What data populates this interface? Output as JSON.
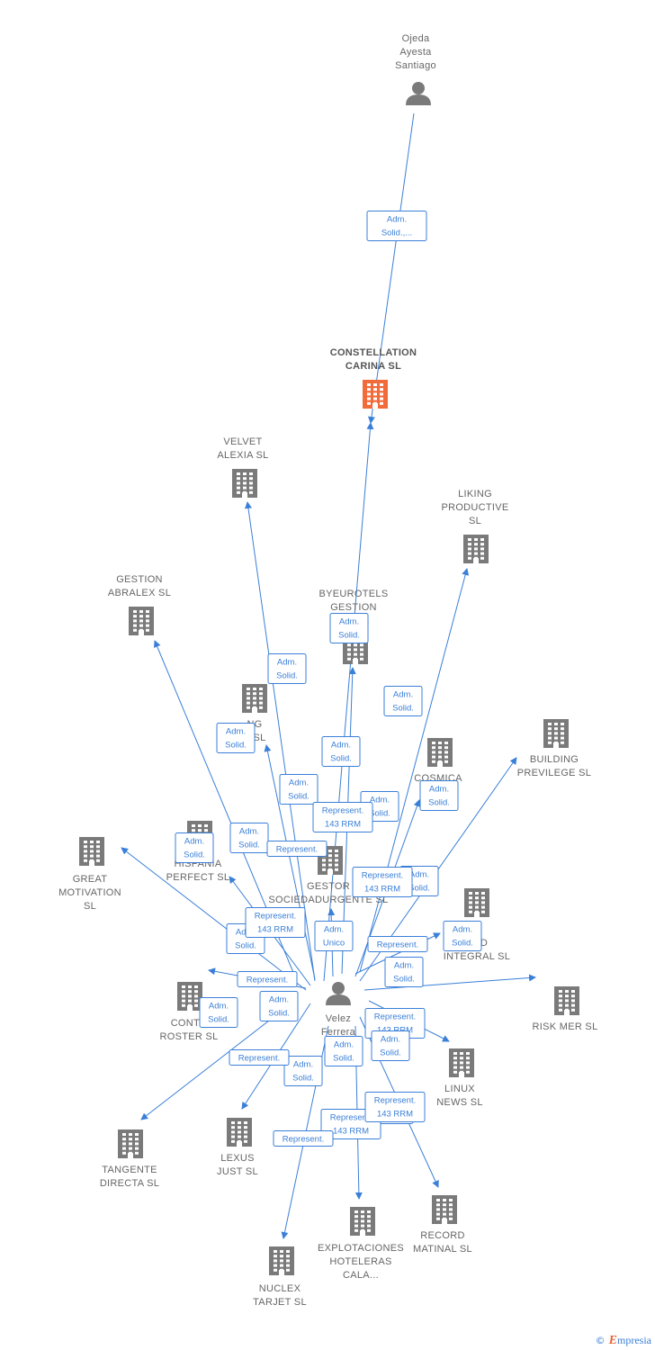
{
  "colors": {
    "edge": "#3a7fd8",
    "building": "#7a7a7a",
    "main_building": "#f26b3a",
    "person": "#7a7a7a"
  },
  "nodes": [
    {
      "id": "ojeda",
      "type": "person",
      "lines": [
        "Ojeda",
        "Ayesta",
        "Santiago"
      ]
    },
    {
      "id": "constellation",
      "type": "main",
      "lines": [
        "CONSTELLATION",
        "CARINA  SL"
      ]
    },
    {
      "id": "velvet",
      "type": "company",
      "lines": [
        "VELVET",
        "ALEXIA  SL"
      ]
    },
    {
      "id": "liking",
      "type": "company",
      "lines": [
        "LIKING",
        "PRODUCTIVE",
        "SL"
      ]
    },
    {
      "id": "gestion_abralex",
      "type": "company",
      "lines": [
        "GESTION",
        "ABRALEX  SL"
      ]
    },
    {
      "id": "byeurotels",
      "type": "company",
      "lines": [
        "BYEUROTELS",
        "GESTION",
        "HO          SL"
      ]
    },
    {
      "id": "lining",
      "type": "company",
      "lines": [
        "     NG",
        "    K  SL"
      ]
    },
    {
      "id": "building",
      "type": "company",
      "lines": [
        "BUILDING",
        "PREVILEGE  SL"
      ]
    },
    {
      "id": "cosmica",
      "type": "company",
      "lines": [
        "COSMICA",
        "O          L"
      ]
    },
    {
      "id": "great",
      "type": "company",
      "lines": [
        "GREAT",
        "MOTIVATION",
        "SL"
      ]
    },
    {
      "id": "hispania",
      "type": "company",
      "lines": [
        "HISPANIA",
        "PERFECT  SL"
      ]
    },
    {
      "id": "gestor",
      "type": "company",
      "lines": [
        "GESTOR",
        "SOCIEDADURGENTE SL"
      ]
    },
    {
      "id": "seguridad",
      "type": "company",
      "lines": [
        "  IA",
        "      DAD",
        "INTEGRAL  SL"
      ]
    },
    {
      "id": "riskmer",
      "type": "company",
      "lines": [
        "RISK MER  SL"
      ]
    },
    {
      "id": "control",
      "type": "company",
      "lines": [
        "CONTR",
        "ROSTER  SL"
      ]
    },
    {
      "id": "velez",
      "type": "person",
      "lines": [
        "Velez",
        "Ferrera",
        "A"
      ]
    },
    {
      "id": "linux",
      "type": "company",
      "lines": [
        "LINUX",
        "NEWS  SL"
      ]
    },
    {
      "id": "tangente",
      "type": "company",
      "lines": [
        "TANGENTE",
        "DIRECTA  SL"
      ]
    },
    {
      "id": "lexus",
      "type": "company",
      "lines": [
        "LEXUS",
        "JUST  SL"
      ]
    },
    {
      "id": "record",
      "type": "company",
      "lines": [
        "RECORD",
        "MATINAL  SL"
      ]
    },
    {
      "id": "explotaciones",
      "type": "company",
      "lines": [
        "EXPLOTACIONES",
        "HOTELERAS",
        "CALA..."
      ]
    },
    {
      "id": "nuclex",
      "type": "company",
      "lines": [
        "NUCLEX",
        "TARJET  SL"
      ]
    }
  ],
  "edges": [
    {
      "from": "ojeda",
      "to": "constellation"
    },
    {
      "from": "velez",
      "to": "constellation"
    },
    {
      "from": "velez",
      "to": "velvet"
    },
    {
      "from": "velez",
      "to": "liking"
    },
    {
      "from": "velez",
      "to": "gestion_abralex"
    },
    {
      "from": "velez",
      "to": "byeurotels"
    },
    {
      "from": "velez",
      "to": "lining"
    },
    {
      "from": "velez",
      "to": "building"
    },
    {
      "from": "velez",
      "to": "cosmica"
    },
    {
      "from": "velez",
      "to": "great"
    },
    {
      "from": "velez",
      "to": "hispania"
    },
    {
      "from": "velez",
      "to": "gestor"
    },
    {
      "from": "velez",
      "to": "seguridad"
    },
    {
      "from": "velez",
      "to": "riskmer"
    },
    {
      "from": "velez",
      "to": "control"
    },
    {
      "from": "velez",
      "to": "linux"
    },
    {
      "from": "velez",
      "to": "tangente"
    },
    {
      "from": "velez",
      "to": "lexus"
    },
    {
      "from": "velez",
      "to": "record"
    },
    {
      "from": "velez",
      "to": "explotaciones"
    },
    {
      "from": "velez",
      "to": "nuclex"
    }
  ],
  "edge_labels": [
    {
      "lines": [
        "Adm.",
        "Solid.,..."
      ]
    },
    {
      "lines": [
        "Adm.",
        "Solid."
      ]
    },
    {
      "lines": [
        "Adm.",
        "Solid."
      ]
    },
    {
      "lines": [
        "Adm.",
        "Solid."
      ]
    },
    {
      "lines": [
        "Adm.",
        "Solid."
      ]
    },
    {
      "lines": [
        "Adm.",
        "Solid."
      ]
    },
    {
      "lines": [
        "Adm.",
        "Solid."
      ]
    },
    {
      "lines": [
        "Adm.",
        "Solid."
      ]
    },
    {
      "lines": [
        "Represent.",
        "143 RRM"
      ]
    },
    {
      "lines": [
        "Adm.",
        "Solid."
      ]
    },
    {
      "lines": [
        "Adm.",
        "Solid."
      ]
    },
    {
      "lines": [
        "Adm.",
        "Solid."
      ]
    },
    {
      "lines": [
        "Adm.",
        "Solid."
      ]
    },
    {
      "lines": [
        "Represent."
      ]
    },
    {
      "lines": [
        "Represent.",
        "143 RRM"
      ]
    },
    {
      "lines": [
        "Adm.",
        "Solid."
      ]
    },
    {
      "lines": [
        "Represent.",
        "143 RRM"
      ]
    },
    {
      "lines": [
        "Adm.",
        "Solid."
      ]
    },
    {
      "lines": [
        "Adm.",
        "Solid."
      ]
    },
    {
      "lines": [
        "Adm.",
        "Unico"
      ]
    },
    {
      "lines": [
        "Represent."
      ]
    },
    {
      "lines": [
        "Adm.",
        "Solid."
      ]
    },
    {
      "lines": [
        "Represent."
      ]
    },
    {
      "lines": [
        "Adm.",
        "Solid."
      ]
    },
    {
      "lines": [
        "Adm.",
        "Solid."
      ]
    },
    {
      "lines": [
        "Represent.",
        "143 RRM"
      ]
    },
    {
      "lines": [
        "Adm.",
        "Solid."
      ]
    },
    {
      "lines": [
        "Adm.",
        "Solid."
      ]
    },
    {
      "lines": [
        "Represent."
      ]
    },
    {
      "lines": [
        "Adm.",
        "Solid."
      ]
    },
    {
      "lines": [
        "Represent.",
        "143 RRM"
      ]
    },
    {
      "lines": [
        "Represent.",
        "143 RRM"
      ]
    },
    {
      "lines": [
        "Represent."
      ]
    }
  ],
  "footer": {
    "copyright": "©",
    "brand_first": "E",
    "brand_rest": "mpresia"
  }
}
